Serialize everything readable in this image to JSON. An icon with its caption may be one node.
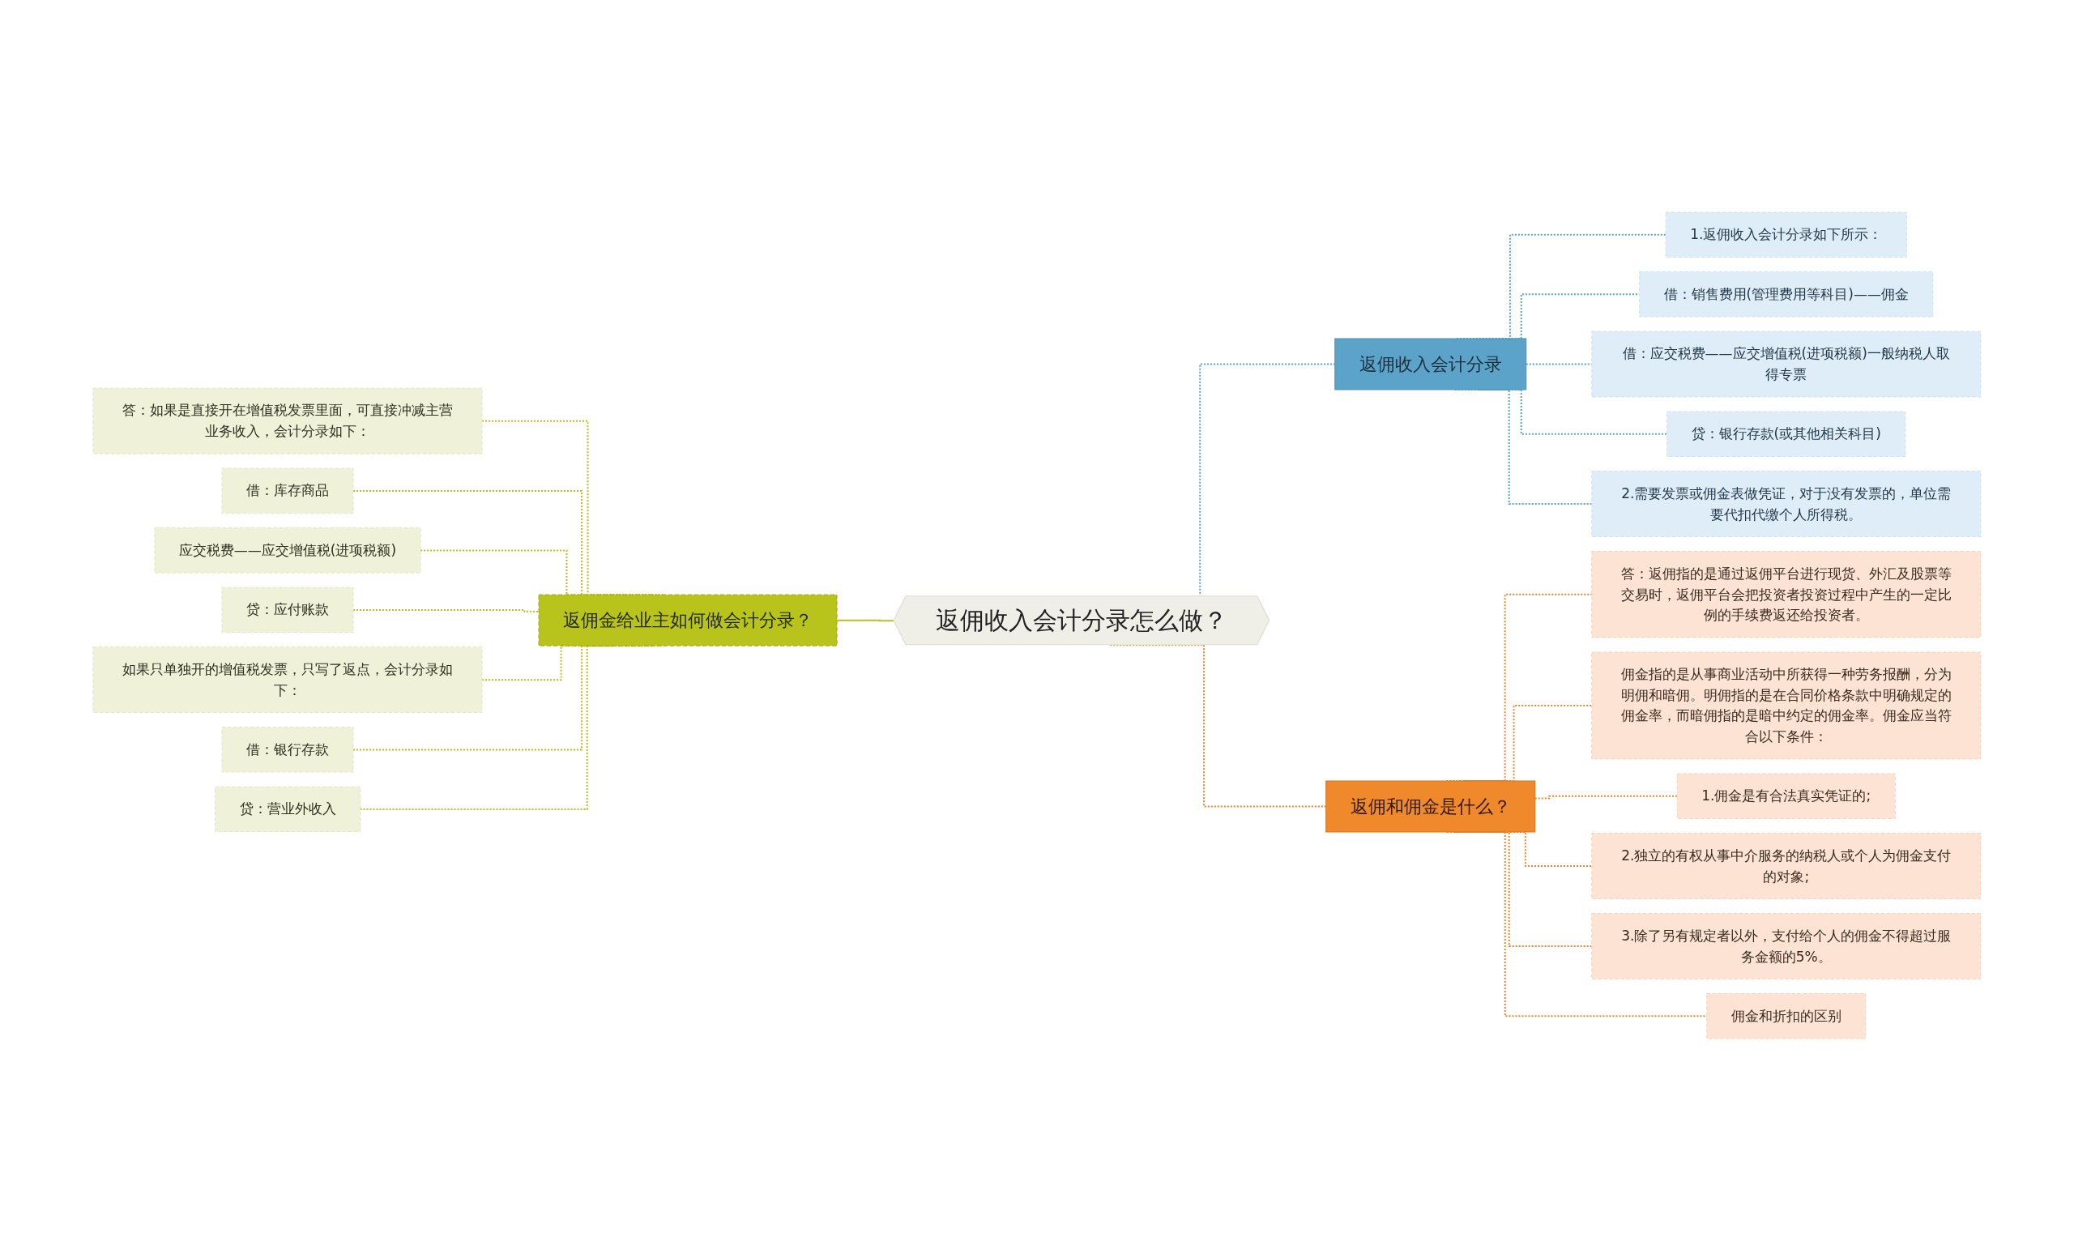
{
  "diagram": {
    "nodes": [
      {
        "text": [
          "返佣收入会计分录怎么做？"
        ]
      },
      {
        "text": [
          "返佣收入会计分录"
        ]
      },
      {
        "text": [
          "1.返佣收入会计分录如下所示："
        ]
      },
      {
        "text": [
          "借：销售费用(管理费用等科目)——佣金"
        ]
      },
      {
        "text": [
          "借：应交税费——应交增值税(进项税额)一般纳税人取得专票"
        ]
      },
      {
        "text": [
          "贷：银行存款(或其他相关科目)"
        ]
      },
      {
        "text": [
          "2.需要发票或佣金表做凭证，对于没有发票的，单位需要代扣代缴个人所得税。"
        ]
      },
      {
        "text": [
          "返佣和佣金是什么？"
        ]
      },
      {
        "text": [
          "答：返佣指的是通过返佣平台进行现货、外汇及股票等交易时，返佣平台会把投资者投资过程中产生的一定比例的手续费返还给投资者。"
        ]
      },
      {
        "text": [
          "佣金指的是从事商业活动中所获得一种劳务报酬，分为明佣和暗佣。明佣指的是在合同价格条款中明确规定的佣金率，而暗佣指的是暗中约定的佣金率。佣金应当符合以下条件："
        ]
      },
      {
        "text": [
          "1.佣金是有合法真实凭证的;"
        ]
      },
      {
        "text": [
          "2.独立的有权从事中介服务的纳税人或个人为佣金支付的对象;"
        ]
      },
      {
        "text": [
          "3.除了另有规定者以外，支付给个人的佣金不得超过服务金额的5%。"
        ]
      },
      {
        "text": [
          "佣金和折扣的区别"
        ]
      },
      {
        "text": [
          "返佣金给业主如何做会计分录？"
        ]
      },
      {
        "text": [
          "答：如果是直接开在增值税发票里面，可直接冲减主营业务收入，会计分录如下："
        ]
      },
      {
        "text": [
          "借：库存商品"
        ]
      },
      {
        "text": [
          "应交税费——应交增值税(进项税额)"
        ]
      },
      {
        "text": [
          "贷：应付账款"
        ]
      },
      {
        "text": [
          "如果只单独开的增值税发票，只写了返点，会计分录如下："
        ]
      },
      {
        "text": [
          "借：银行存款"
        ]
      },
      {
        "text": [
          "贷：营业外收入"
        ]
      }
    ],
    "edges": [
      {
        "from": 0,
        "to": 1,
        "arrow": "none",
        "style": "dashed",
        "color": "#5ba3c9"
      },
      {
        "from": 1,
        "to": 2,
        "arrow": "none",
        "style": "dashed",
        "color": "#5ba3c9"
      },
      {
        "from": 1,
        "to": 3,
        "arrow": "none",
        "style": "dashed",
        "color": "#5ba3c9"
      },
      {
        "from": 1,
        "to": 4,
        "arrow": "none",
        "style": "dashed",
        "color": "#5ba3c9"
      },
      {
        "from": 1,
        "to": 5,
        "arrow": "none",
        "style": "dashed",
        "color": "#5ba3c9"
      },
      {
        "from": 1,
        "to": 6,
        "arrow": "none",
        "style": "dashed",
        "color": "#5ba3c9"
      },
      {
        "from": 0,
        "to": 7,
        "arrow": "none",
        "style": "dashed",
        "color": "#e9852e"
      },
      {
        "from": 7,
        "to": 8,
        "arrow": "none",
        "style": "dashed",
        "color": "#e9852e"
      },
      {
        "from": 7,
        "to": 9,
        "arrow": "none",
        "style": "dashed",
        "color": "#e9852e"
      },
      {
        "from": 7,
        "to": 10,
        "arrow": "none",
        "style": "dashed",
        "color": "#e9852e"
      },
      {
        "from": 7,
        "to": 11,
        "arrow": "none",
        "style": "dashed",
        "color": "#e9852e"
      },
      {
        "from": 7,
        "to": 12,
        "arrow": "none",
        "style": "dashed",
        "color": "#e9852e"
      },
      {
        "from": 7,
        "to": 13,
        "arrow": "none",
        "style": "dashed",
        "color": "#e9852e"
      },
      {
        "from": 0,
        "to": 14,
        "arrow": "none",
        "color": "#b5c21b"
      },
      {
        "from": 14,
        "to": 15,
        "arrow": "none",
        "style": "dashed",
        "color": "#b5c21b"
      },
      {
        "from": 14,
        "to": 16,
        "arrow": "none",
        "style": "dashed",
        "color": "#b5c21b"
      },
      {
        "from": 14,
        "to": 17,
        "arrow": "none",
        "style": "dashed",
        "color": "#b5c21b"
      },
      {
        "from": 14,
        "to": 18,
        "arrow": "none",
        "style": "dashed",
        "color": "#b5c21b"
      },
      {
        "from": 14,
        "to": 19,
        "arrow": "none",
        "style": "dashed",
        "color": "#b5c21b"
      },
      {
        "from": 14,
        "to": 20,
        "arrow": "none",
        "style": "dashed",
        "color": "#b5c21b"
      },
      {
        "from": 14,
        "to": 21,
        "arrow": "none",
        "style": "dashed",
        "color": "#b5c21b"
      }
    ]
  }
}
